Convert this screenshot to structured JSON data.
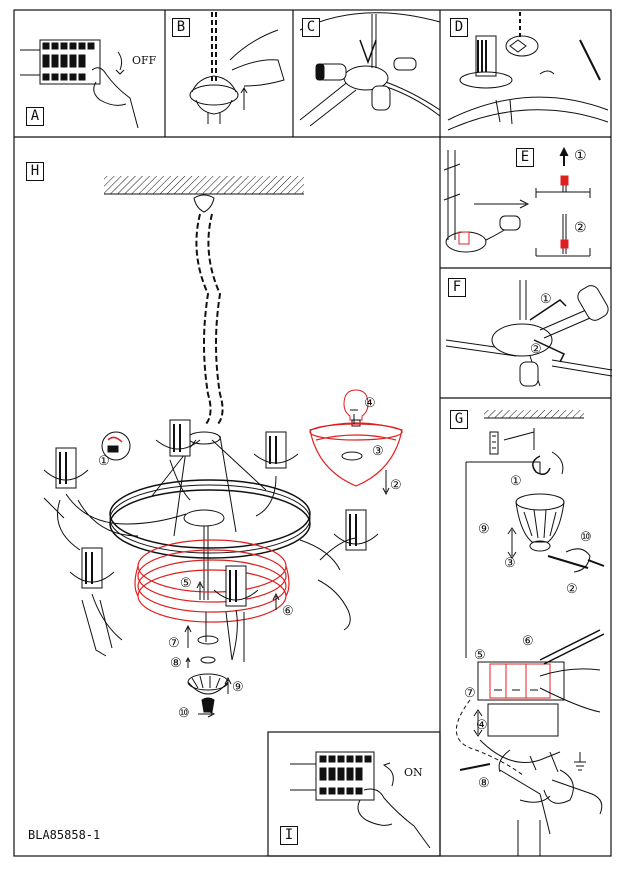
{
  "panels": {
    "a": {
      "label": "A",
      "switch_text": "OFF"
    },
    "b": {
      "label": "B"
    },
    "c": {
      "label": "C"
    },
    "d": {
      "label": "D"
    },
    "e": {
      "label": "E",
      "step1": "①",
      "step2": "②"
    },
    "f": {
      "label": "F",
      "step1": "①",
      "step2": "②"
    },
    "g": {
      "label": "G",
      "steps": [
        "①",
        "②",
        "③",
        "④",
        "⑤",
        "⑥",
        "⑦",
        "⑧",
        "⑨",
        "⑩"
      ]
    },
    "h": {
      "label": "H",
      "steps": [
        "①",
        "②",
        "③",
        "④",
        "⑤",
        "⑥",
        "⑦",
        "⑧",
        "⑨",
        "⑩"
      ]
    },
    "i": {
      "label": "I",
      "switch_text": "ON"
    }
  },
  "model_code": "BLA85858-1",
  "colors": {
    "ink": "#111111",
    "highlight": "#e02020"
  }
}
